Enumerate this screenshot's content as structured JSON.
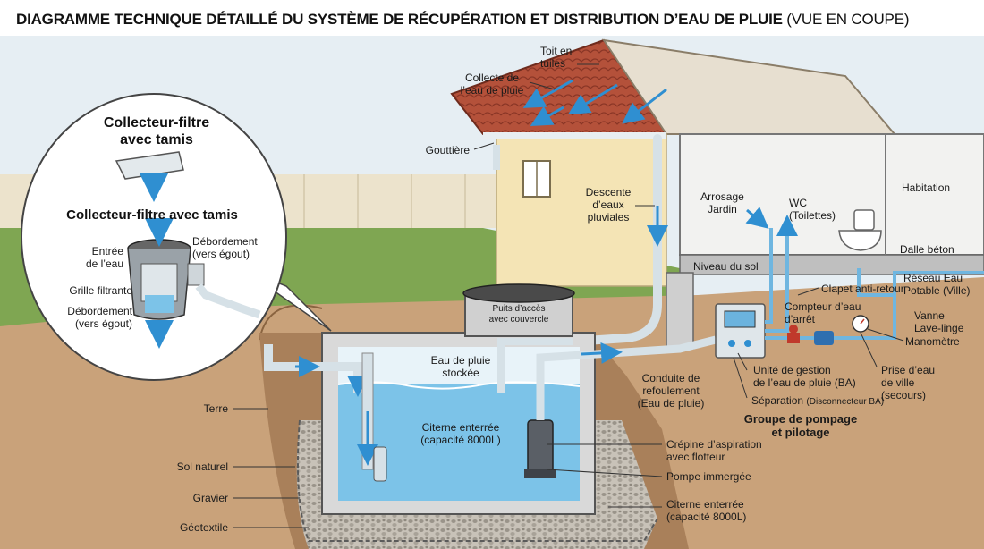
{
  "title": {
    "main": "DIAGRAMME TECHNIQUE DÉTAILLÉ DU SYSTÈME DE RÉCUPÉRATION ET DISTRIBUTION D’EAU DE PLUIE",
    "sub": "(VUE EN COUPE)"
  },
  "inset": {
    "heading": "Collecteur-filtre\navec tamis",
    "heading2": "Collecteur-filtre avec tamis",
    "inlet": "Entrée\nde l’eau",
    "overflow": "Débordement\n(vers égout)",
    "grille": "Grille filtrante",
    "overflow2": "Débordement\n(vers égout)"
  },
  "labels": {
    "toit": "Toit en\ntuiles",
    "collecte": "Collecte de\nl’eau de pluie",
    "gouttiere": "Gouttière",
    "descente": "Descente\nd’eaux\npluviales",
    "arrosage": "Arrosage\nJardin",
    "wc": "WC\n(Toilettes)",
    "habitation": "Habitation",
    "dalle": "Dalle béton",
    "niveau": "Niveau du sol",
    "reseau": "Réseau Eau\nPotable (Ville)",
    "clapet": "Clapet anti-retour",
    "compteur": "Compteur d’eau\nd’arrêt",
    "vanne": "Vanne\nLave-linge",
    "manometre": "Manomètre",
    "puits": "Puits d’accès\navec couvercle",
    "eau_stockee": "Eau de pluie\nstockée",
    "unite": "Unité de gestion\nde l’eau de pluie (BA)",
    "prise": "Prise d’eau\nde ville\n(secours)",
    "conduite": "Conduite de\nrefoulement\n(Eau de pluie)",
    "separation": "Séparation",
    "separation_detail": "(Disconnecteur BA)",
    "groupe": "Groupe de pompage\net pilotage",
    "terre": "Terre",
    "citerne_inside": "Citerne enterrée\n(capacité 8000L)",
    "crepine": "Crépine d’aspiration\navec flotteur",
    "sol": "Sol naturel",
    "pompe": "Pompe immergée",
    "gravier": "Gravier",
    "citerne_out": "Citerne enterrée\n(capacité 8000L)",
    "geotextile": "Géotextile"
  },
  "colors": {
    "sky": "#e6eef3",
    "grass": "#7fa652",
    "soil": "#c9a27a",
    "roof": "#b4513a",
    "wall": "#f4e4b5",
    "water": "#7cc3e8",
    "pipe": "#cfe0ea",
    "concrete": "#d9d9d9",
    "arrow": "#2f8fd1"
  },
  "icons": [
    "water-flow-arrow-icon",
    "pressure-gauge-icon",
    "valve-icon",
    "toilet-icon",
    "pump-icon",
    "control-panel-icon"
  ]
}
